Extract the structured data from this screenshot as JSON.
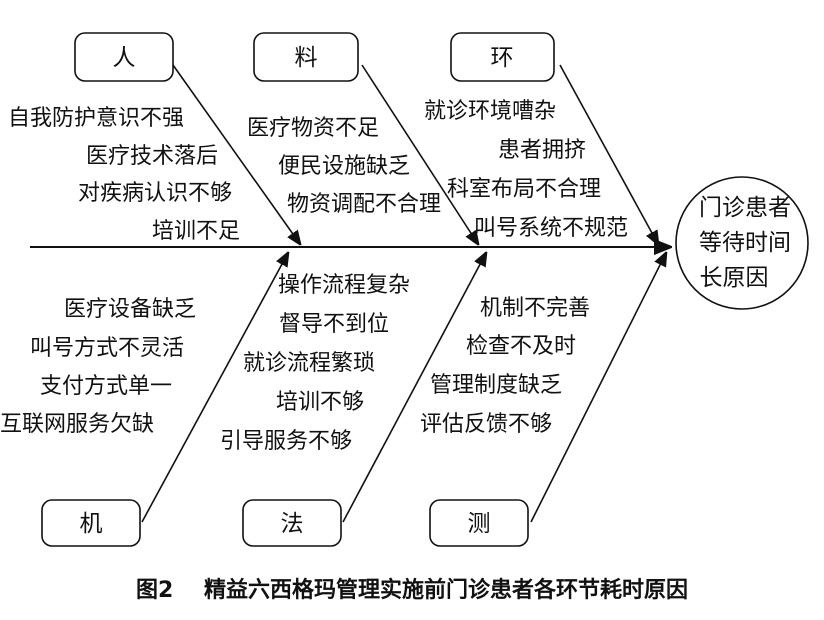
{
  "effect": {
    "lines": [
      "门诊患者",
      "等待时间",
      "长原因"
    ]
  },
  "categories": {
    "ren": {
      "label": "人",
      "causes": [
        "自我防护意识不强",
        "医疗技术落后",
        "对疾病认识不够",
        "培训不足"
      ]
    },
    "liao": {
      "label": "料",
      "causes": [
        "医疗物资不足",
        "便民设施缺乏",
        "物资调配不合理"
      ]
    },
    "huan": {
      "label": "环",
      "causes": [
        "就诊环境嘈杂",
        "患者拥挤",
        "科室布局不合理",
        "叫号系统不规范"
      ]
    },
    "ji": {
      "label": "机",
      "causes": [
        "医疗设备缺乏",
        "叫号方式不灵活",
        "支付方式单一",
        "互联网服务欠缺"
      ]
    },
    "fa": {
      "label": "法",
      "causes": [
        "操作流程复杂",
        "督导不到位",
        "就诊流程繁琐",
        "培训不够",
        "引导服务不够"
      ]
    },
    "ce": {
      "label": "测",
      "causes": [
        "机制不完善",
        "检查不及时",
        "管理制度缺乏",
        "评估反馈不够"
      ]
    }
  },
  "caption": {
    "figure": "图2",
    "title": "精益六西格玛管理实施前门诊患者各环节耗时原因"
  }
}
